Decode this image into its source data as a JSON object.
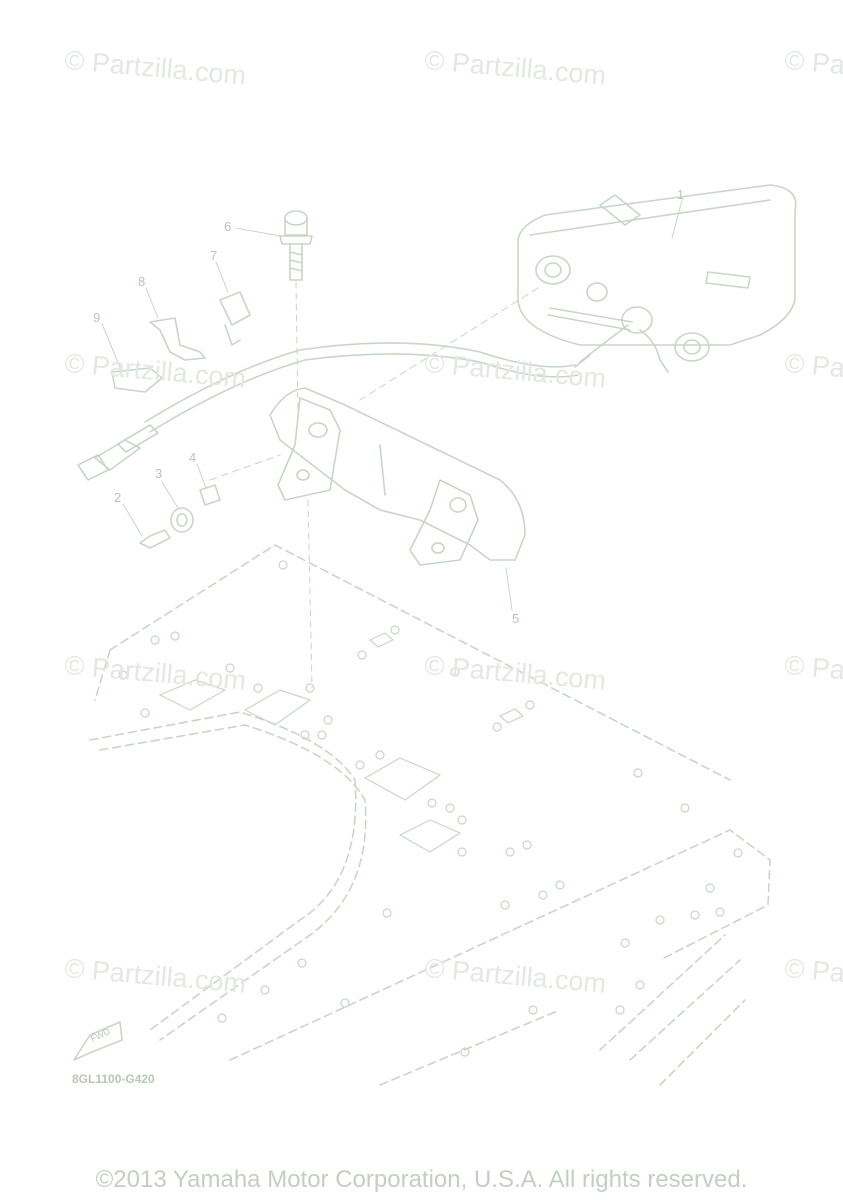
{
  "watermark": "© Partzilla.com",
  "callouts": [
    "1",
    "2",
    "3",
    "4",
    "5",
    "6",
    "7",
    "8",
    "9"
  ],
  "diagram_code": "8GL1100-G420",
  "fwd_label": "FWD",
  "copyright": "©2013 Yamaha Motor Corporation, U.S.A. All rights reserved.",
  "colors": {
    "line": "#c8d6c8",
    "watermark": "#e3e8e3",
    "text": "#b8c6b8"
  }
}
